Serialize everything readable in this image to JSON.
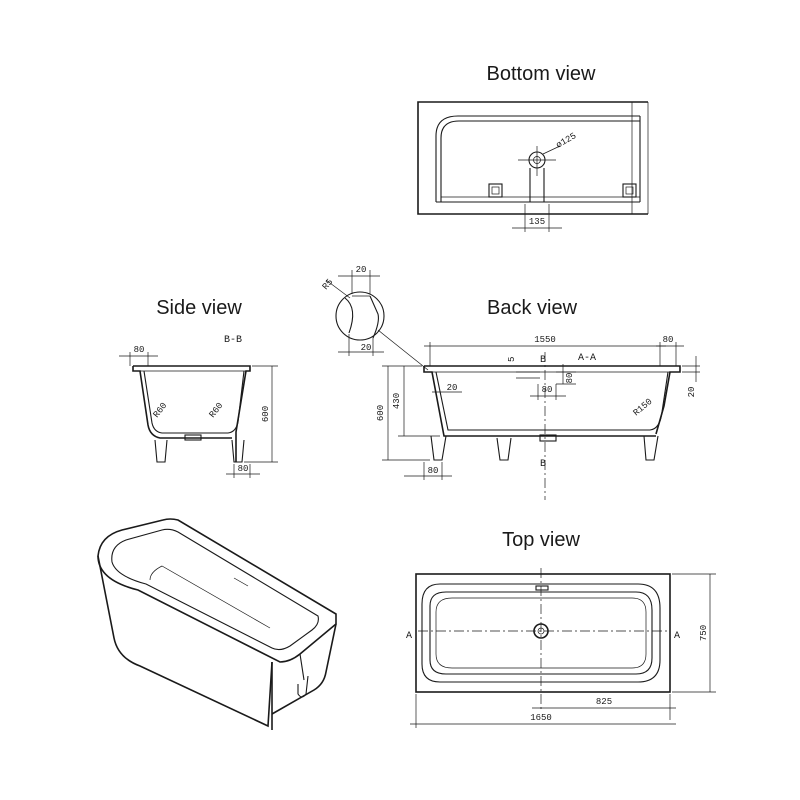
{
  "views": {
    "bottom": {
      "title": "Bottom view",
      "drain_diameter": "ø125",
      "drain_offset": "135"
    },
    "side": {
      "title": "Side view",
      "section": "B-B",
      "top_rim": "80",
      "radius_left": "R60",
      "radius_right": "R60",
      "height": "600",
      "bottom_width": "80"
    },
    "detail": {
      "top_width": "20",
      "radius": "R5",
      "bottom_width": "20"
    },
    "back": {
      "title": "Back view",
      "length": "1550",
      "right_rim": "80",
      "marker_b_top": "B",
      "marker_b_bottom": "B",
      "section": "A-A",
      "drain_depth": "5",
      "drain_height": "80",
      "drain_width": "80",
      "wall_offset": "20",
      "right_radius": "R150",
      "right_thickness": "20",
      "total_height": "600",
      "inner_height": "430",
      "bottom_width": "80"
    },
    "top": {
      "title": "Top view",
      "marker_a_left": "A",
      "marker_a_right": "A",
      "width": "750",
      "center_offset": "825",
      "length": "1650"
    }
  }
}
